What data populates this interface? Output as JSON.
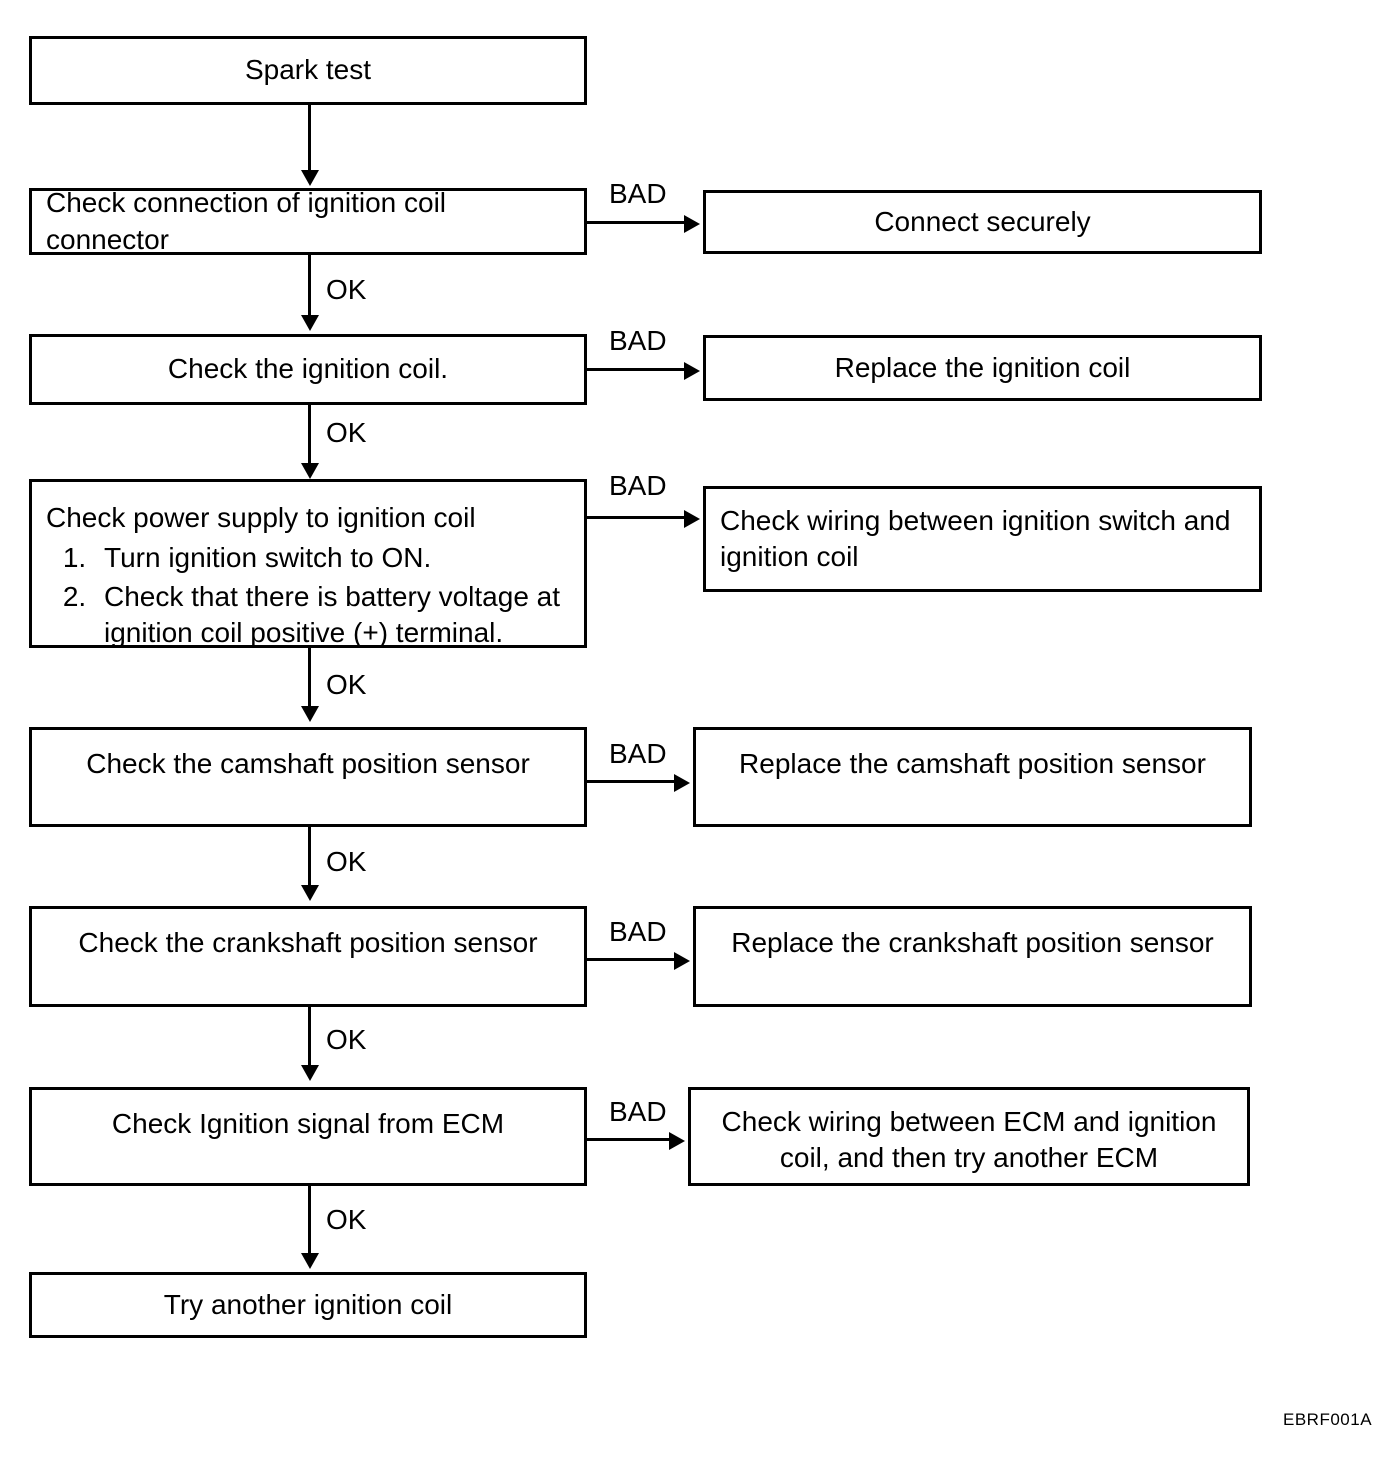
{
  "diagram": {
    "title_code": "EBRF001A",
    "edge_labels": {
      "ok": "OK",
      "bad": "BAD"
    },
    "colors": {
      "stroke": "#000000",
      "background": "#ffffff",
      "text": "#000000"
    },
    "nodes": {
      "start": {
        "label": "Spark test"
      },
      "check_connector": {
        "label": "Check connection of ignition coil connector"
      },
      "connect_securely": {
        "label": "Connect securely"
      },
      "check_coil": {
        "label": "Check the ignition coil."
      },
      "replace_coil": {
        "label": "Replace the ignition coil"
      },
      "check_power_supply": {
        "heading": "Check power supply to ignition coil",
        "steps": [
          "Turn ignition switch to ON.",
          "Check that there is battery voltage at ignition coil positive (+) terminal."
        ]
      },
      "check_wiring_switch": {
        "label": "Check wiring between ignition switch and ignition coil"
      },
      "check_cmp": {
        "label": "Check the camshaft position sensor"
      },
      "replace_cmp": {
        "label": "Replace the camshaft position sensor"
      },
      "check_ckp": {
        "label": "Check the crankshaft position sensor"
      },
      "replace_ckp": {
        "label": "Replace the crankshaft position sensor"
      },
      "check_ecm_signal": {
        "label": "Check Ignition signal from ECM"
      },
      "check_wiring_ecm": {
        "label": "Check wiring between ECM and ignition coil, and then try another ECM"
      },
      "try_another_coil": {
        "label": "Try another ignition coil"
      }
    },
    "branch_labels": {
      "bad_1": "BAD",
      "bad_2": "BAD",
      "bad_3": "BAD",
      "bad_4": "BAD",
      "bad_5": "BAD",
      "bad_6": "BAD",
      "ok_1": "OK",
      "ok_2": "OK",
      "ok_3": "OK",
      "ok_4": "OK",
      "ok_5": "OK",
      "ok_6": "OK"
    }
  }
}
